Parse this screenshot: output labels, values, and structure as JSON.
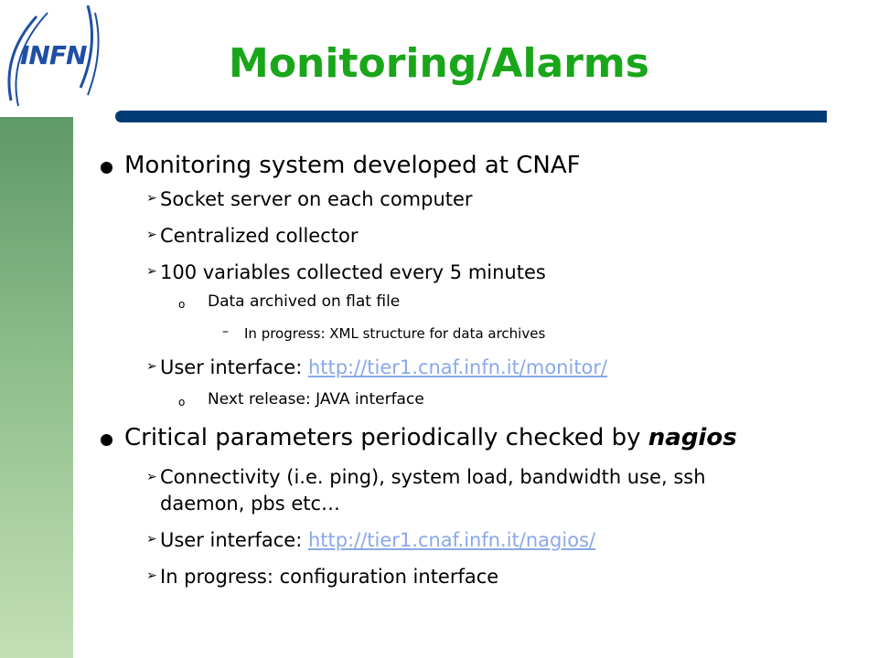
{
  "slide": {
    "title": "Monitoring/Alarms",
    "logo": "INFN",
    "accent_colors": {
      "title": "#1aa61a",
      "bar": "#003a75",
      "link": "#8aa8e8",
      "logo": "#1f4fa3"
    },
    "bullets": [
      {
        "text": "Monitoring system developed at CNAF"
      },
      {
        "text": "Socket server on each computer"
      },
      {
        "text": "Centralized collector"
      },
      {
        "text": "100 variables collected every 5 minutes"
      },
      {
        "text": "Data archived on flat file"
      },
      {
        "text": "In progress: XML structure for data archives"
      },
      {
        "prefix": "User interface: ",
        "link": "http://tier1.cnaf.infn.it/monitor/"
      },
      {
        "text": "Next release: JAVA interface"
      },
      {
        "prefix": "Critical parameters periodically checked by ",
        "emphasis": "nagios"
      },
      {
        "text": "Connectivity (i.e. ping), system load, bandwidth use, ssh",
        "text2": "daemon, pbs etc…"
      },
      {
        "prefix": "User interface: ",
        "link": "http://tier1.cnaf.infn.it/nagios/"
      },
      {
        "text": "In progress: configuration interface"
      }
    ]
  }
}
